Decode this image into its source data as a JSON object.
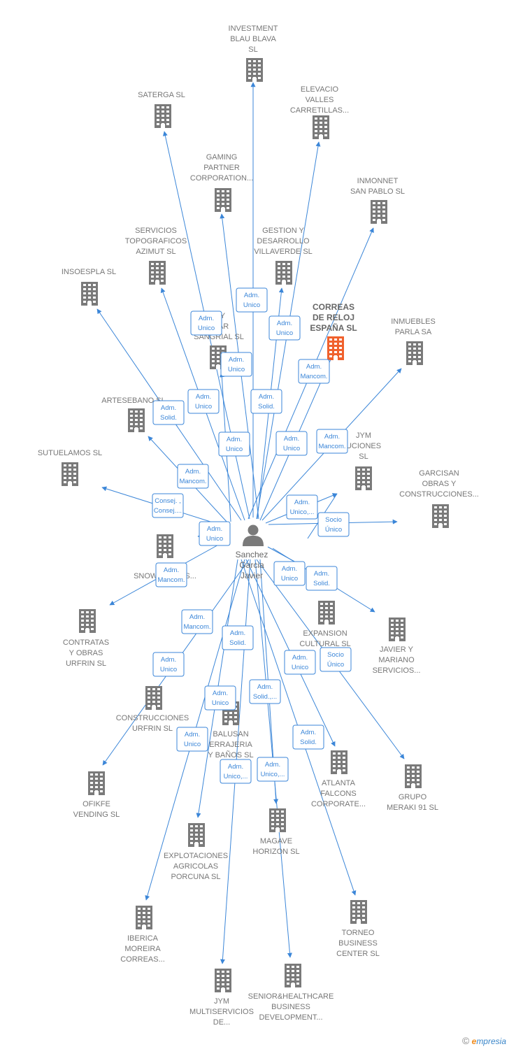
{
  "center": {
    "name_lines": [
      "Sanchez",
      "Garcia",
      "Javier"
    ]
  },
  "colors": {
    "edge": "#3b86d8",
    "building": "#7a7a7a",
    "highlight": "#f0612d",
    "person": "#7a7a7a"
  },
  "icons": {
    "building": "building-icon",
    "person": "person-icon"
  },
  "companies": [
    {
      "id": "investment-blau-blava",
      "lines": [
        "INVESTMENT",
        "BLAU BLAVA",
        "SL"
      ]
    },
    {
      "id": "saterga",
      "lines": [
        "SATERGA SL"
      ]
    },
    {
      "id": "elevacio-valles",
      "lines": [
        "ELEVACIO",
        "VALLES",
        "CARRETILLAS..."
      ]
    },
    {
      "id": "gaming-partner",
      "lines": [
        "GAMING",
        "PARTNER",
        "CORPORATION..."
      ]
    },
    {
      "id": "inmonnet",
      "lines": [
        "INMONNET",
        "SAN PABLO  SL"
      ]
    },
    {
      "id": "servicios-topograficos",
      "lines": [
        "SERVICIOS",
        "TOPOGRAFICOS",
        "AZIMUT  SL"
      ]
    },
    {
      "id": "gestion-desarrollo",
      "lines": [
        "GESTION Y",
        "DESARROLLO",
        "VILLAVERDE SL"
      ]
    },
    {
      "id": "insoespla",
      "lines": [
        "INSOESPLA  SL"
      ]
    },
    {
      "id": "correas-reloj",
      "lines": [
        "CORREAS",
        "DE RELOJ",
        "ESPAÑA  SL"
      ],
      "highlight": true
    },
    {
      "id": "inmuebles-parla",
      "lines": [
        "INMUEBLES",
        "PARLA SA"
      ]
    },
    {
      "id": "sangrial",
      "lines": [
        "D Y",
        "STAR",
        "SANGRIAL SL"
      ]
    },
    {
      "id": "artesebano",
      "lines": [
        "ARTESEBANO SL"
      ]
    },
    {
      "id": "jym-construcciones",
      "lines": [
        "JYM",
        "UCIONES",
        "SL"
      ]
    },
    {
      "id": "sutuelamos",
      "lines": [
        "SUTUELAMOS SL"
      ]
    },
    {
      "id": "garcisan",
      "lines": [
        "GARCISAN",
        "OBRAS Y",
        "CONSTRUCCIONES..."
      ]
    },
    {
      "id": "snowboards",
      "lines": [
        "B",
        "SNOWBOARDS..."
      ]
    },
    {
      "id": "contratas-urfrin",
      "lines": [
        "CONTRATAS",
        "Y OBRAS",
        "URFRIN  SL"
      ]
    },
    {
      "id": "expansion-cultural",
      "lines": [
        "EXPANSION",
        "CULTURAL SL"
      ]
    },
    {
      "id": "javier-mariano",
      "lines": [
        "JAVIER Y",
        "MARIANO",
        "SERVICIOS..."
      ]
    },
    {
      "id": "construcciones-urfrin",
      "lines": [
        "CONSTRUCCIONES",
        "URFRIN  SL"
      ]
    },
    {
      "id": "balusan",
      "lines": [
        "BALUSAN",
        "ERRAJERIA",
        "Y BAÑOS SL"
      ]
    },
    {
      "id": "ofikfe",
      "lines": [
        "OFIKFE",
        "VENDING  SL"
      ]
    },
    {
      "id": "atlanta-falcons",
      "lines": [
        "ATLANTA",
        "FALCONS",
        "CORPORATE..."
      ]
    },
    {
      "id": "grupo-meraki",
      "lines": [
        "GRUPO",
        "MERAKI 91  SL"
      ]
    },
    {
      "id": "magave",
      "lines": [
        "MAGAVE",
        "HORIZON  SL"
      ]
    },
    {
      "id": "explotaciones-agricolas",
      "lines": [
        "EXPLOTACIONES",
        "AGRICOLAS",
        "PORCUNA  SL"
      ]
    },
    {
      "id": "torneo-business",
      "lines": [
        "TORNEO",
        "BUSINESS",
        "CENTER  SL"
      ]
    },
    {
      "id": "iberica-moreira",
      "lines": [
        "IBERICA",
        "MOREIRA",
        "CORREAS..."
      ]
    },
    {
      "id": "jym-multiservicios",
      "lines": [
        "JYM",
        "MULTISERVICIOS",
        "DE..."
      ]
    },
    {
      "id": "senior-healthcare",
      "lines": [
        "SENIOR&HEALTHCARE",
        "BUSINESS",
        "DEVELOPMENT..."
      ]
    }
  ],
  "roles": [
    {
      "lines": [
        "Adm.",
        "Unico"
      ]
    },
    {
      "lines": [
        "Adm.",
        "Unico"
      ]
    },
    {
      "lines": [
        "Adm.",
        "Unico"
      ]
    },
    {
      "lines": [
        "Adm.",
        "Mancom."
      ]
    },
    {
      "lines": [
        "Adm.",
        "Unico"
      ]
    },
    {
      "lines": [
        "Adm.",
        "Unico"
      ]
    },
    {
      "lines": [
        "Adm.",
        "Solid."
      ]
    },
    {
      "lines": [
        "Adm.",
        "Solid."
      ]
    },
    {
      "lines": [
        "Adm.",
        "Unico"
      ]
    },
    {
      "lines": [
        "Adm.",
        "Unico"
      ]
    },
    {
      "lines": [
        "Adm.",
        "Mancom."
      ]
    },
    {
      "lines": [
        "Adm.",
        "Mancom."
      ]
    },
    {
      "lines": [
        "Consej. ,",
        "Consej...."
      ]
    },
    {
      "lines": [
        "Adm.",
        "Unico,..."
      ]
    },
    {
      "lines": [
        "Socio",
        "Único"
      ]
    },
    {
      "lines": [
        "Adm.",
        "Unico"
      ]
    },
    {
      "lines": [
        "Adm.",
        "Mancom."
      ]
    },
    {
      "lines": [
        "Adm.",
        "Unico"
      ]
    },
    {
      "lines": [
        "Adm.",
        "Solid."
      ]
    },
    {
      "lines": [
        "Adm.",
        "Mancom."
      ]
    },
    {
      "lines": [
        "Adm.",
        "Solid."
      ]
    },
    {
      "lines": [
        "Adm.",
        "Unico"
      ]
    },
    {
      "lines": [
        "Socio",
        "Único"
      ]
    },
    {
      "lines": [
        "Adm.",
        "Unico"
      ]
    },
    {
      "lines": [
        "Adm.",
        "Solid.,..."
      ]
    },
    {
      "lines": [
        "Adm.",
        "Unico"
      ]
    },
    {
      "lines": [
        "Adm.",
        "Unico"
      ]
    },
    {
      "lines": [
        "Adm.",
        "Solid."
      ]
    },
    {
      "lines": [
        "Adm.",
        "Unico,..."
      ]
    },
    {
      "lines": [
        "Adm.",
        "Unico,..."
      ]
    }
  ],
  "footer": {
    "copyright": "©",
    "brand_initial": "e",
    "brand_rest": "mpresia"
  }
}
